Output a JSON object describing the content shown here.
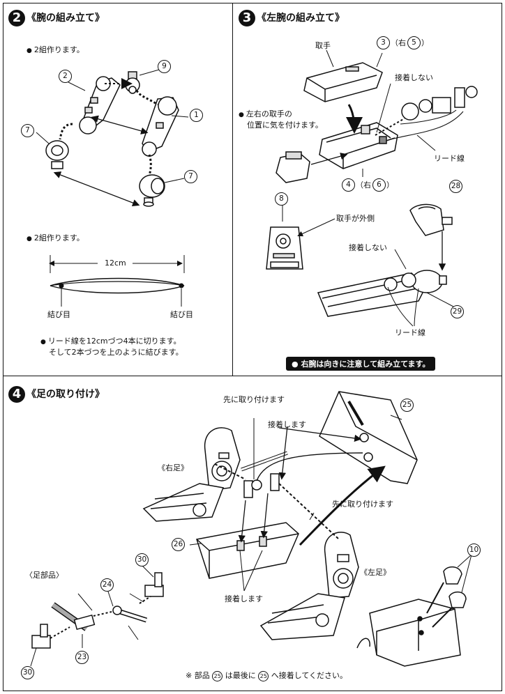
{
  "step2": {
    "number": "2",
    "title": "《腕の組み立て》",
    "note_make_two_a": "2組作ります。",
    "note_make_two_b": "2組作ります。",
    "length_label": "12cm",
    "knot_label_left": "結び目",
    "knot_label_right": "結び目",
    "instruction_line1": "リード線を12cmづつ4本に切ります。",
    "instruction_line2": "そして2本づつを上のように結びます。",
    "parts": {
      "p2": "2",
      "p9": "9",
      "p1": "1",
      "p7a": "7",
      "p7b": "7"
    }
  },
  "step3": {
    "number": "3",
    "title": "《左腕の組み立て》",
    "handle_label": "取手",
    "part3_label": "（右",
    "part3_close": "）",
    "no_glue_a": "接着しない",
    "no_glue_b": "接着しない",
    "handle_position_line1": "左右の取手の",
    "handle_position_line2": "位置に気を付けます。",
    "lead_wire_a": "リード線",
    "lead_wire_b": "リード線",
    "part4_label": "（右",
    "part4_close": "）",
    "handle_outside": "取手が外側",
    "right_arm_note": "右腕は向きに注意して組み立てます。",
    "parts": {
      "p3": "3",
      "p5": "5",
      "p4": "4",
      "p6": "6",
      "p8": "8",
      "p28": "28",
      "p29": "29"
    }
  },
  "step4": {
    "number": "4",
    "title": "《足の取り付け》",
    "attach_first_a": "先に取り付けます",
    "attach_first_b": "先に取り付けます",
    "glue_a": "接着します",
    "glue_b": "接着します",
    "right_leg": "《右足》",
    "left_leg": "《左足》",
    "leg_parts": "〈足部品〉",
    "footnote_prefix": "※ 部品",
    "footnote_mid": "は最後に",
    "footnote_suffix": "へ接着してください。",
    "parts": {
      "p25": "25",
      "p26": "26",
      "p30a": "30",
      "p30b": "30",
      "p24": "24",
      "p23": "23",
      "p10": "10",
      "fn25a": "25",
      "fn25b": "25"
    }
  }
}
